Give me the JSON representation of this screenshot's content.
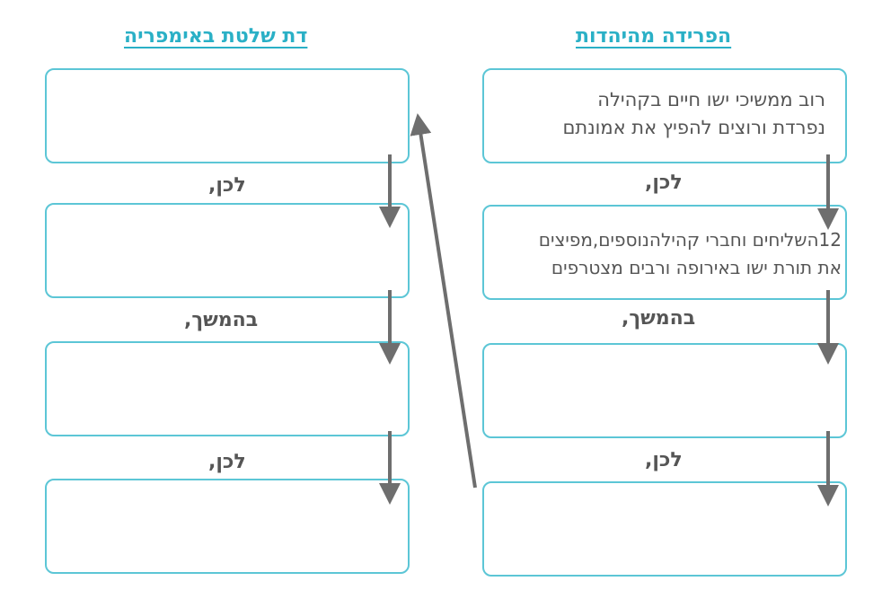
{
  "titles": {
    "left": "דת שלטת באימפריה",
    "right": "הפרידה מהיהדות"
  },
  "right_column": {
    "box1_line1": "רוב ממשיכי ישו חיים בקהילה",
    "box1_line2": "נפרדת ורוצים להפיץ את אמונתם",
    "box2_line1": "12השליחים וחברי קהילהנוספים,מפיצים",
    "box2_line2": "את תורת ישו באירופה ורבים מצטרפים",
    "connector1": "לכן,",
    "connector2": "בהמשך,",
    "connector3": "לכן,"
  },
  "left_column": {
    "connector1": "לכן,",
    "connector2": "בהמשך,",
    "connector3": "לכן,"
  },
  "colors": {
    "title": "#2ab0c6",
    "box_border": "#5cc6d6",
    "arrow": "#6e6e6e",
    "text": "#555555"
  }
}
